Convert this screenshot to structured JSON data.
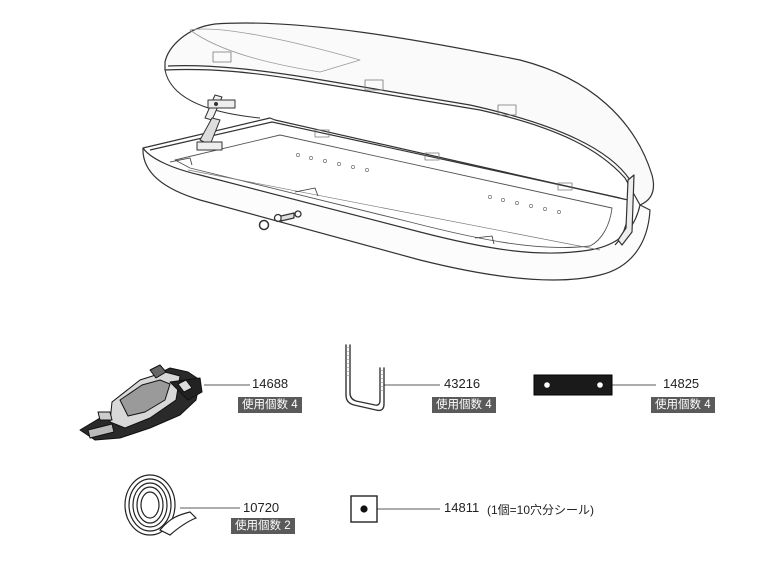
{
  "parts": [
    {
      "id": "mounting-clamp",
      "part_number": "14688",
      "quantity_label": "使用個数 4"
    },
    {
      "id": "u-bolt",
      "part_number": "43216",
      "quantity_label": "使用個数 4"
    },
    {
      "id": "rubber-pad",
      "part_number": "14825",
      "quantity_label": "使用個数 4"
    },
    {
      "id": "adhesive-tape",
      "part_number": "10720",
      "quantity_label": "使用個数 2"
    },
    {
      "id": "sticker-sheet",
      "part_number": "14811",
      "note": "(1個=10穴分シール)"
    }
  ]
}
